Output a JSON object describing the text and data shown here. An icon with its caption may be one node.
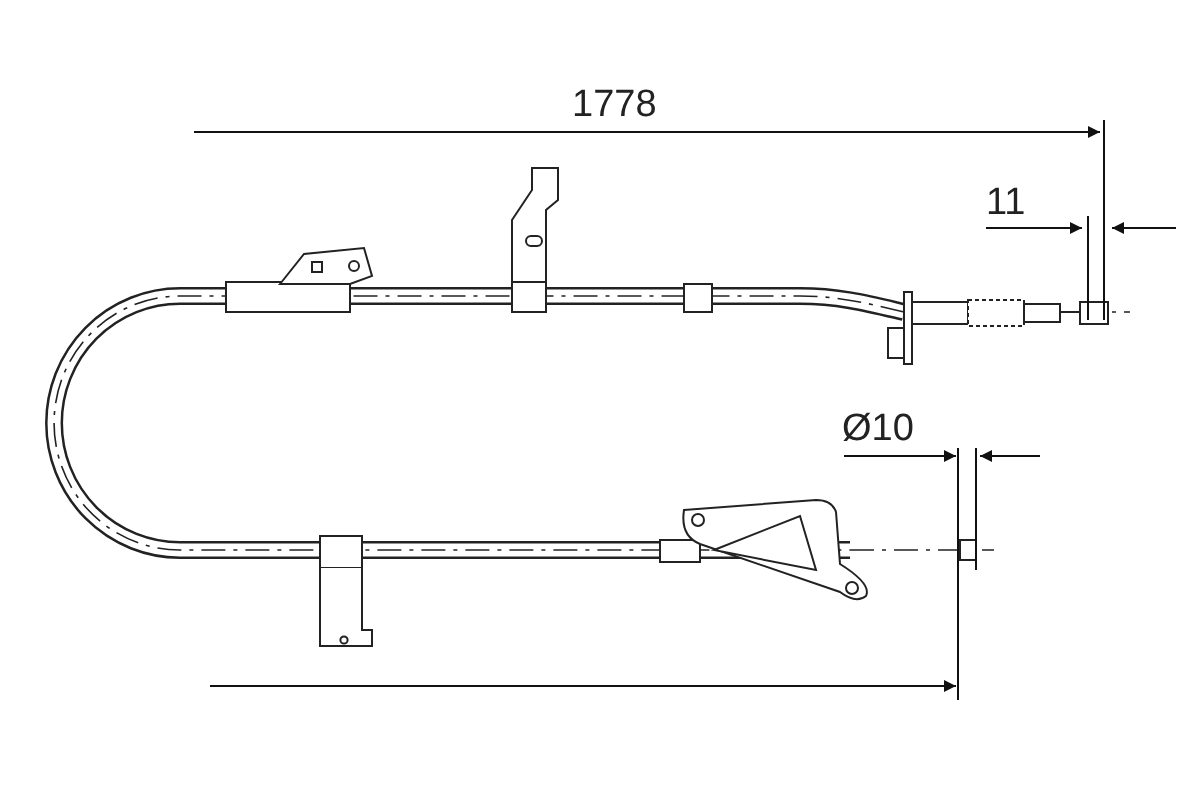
{
  "diagram": {
    "labels": [
      "1778",
      "11",
      "Ø10"
    ]
  }
}
